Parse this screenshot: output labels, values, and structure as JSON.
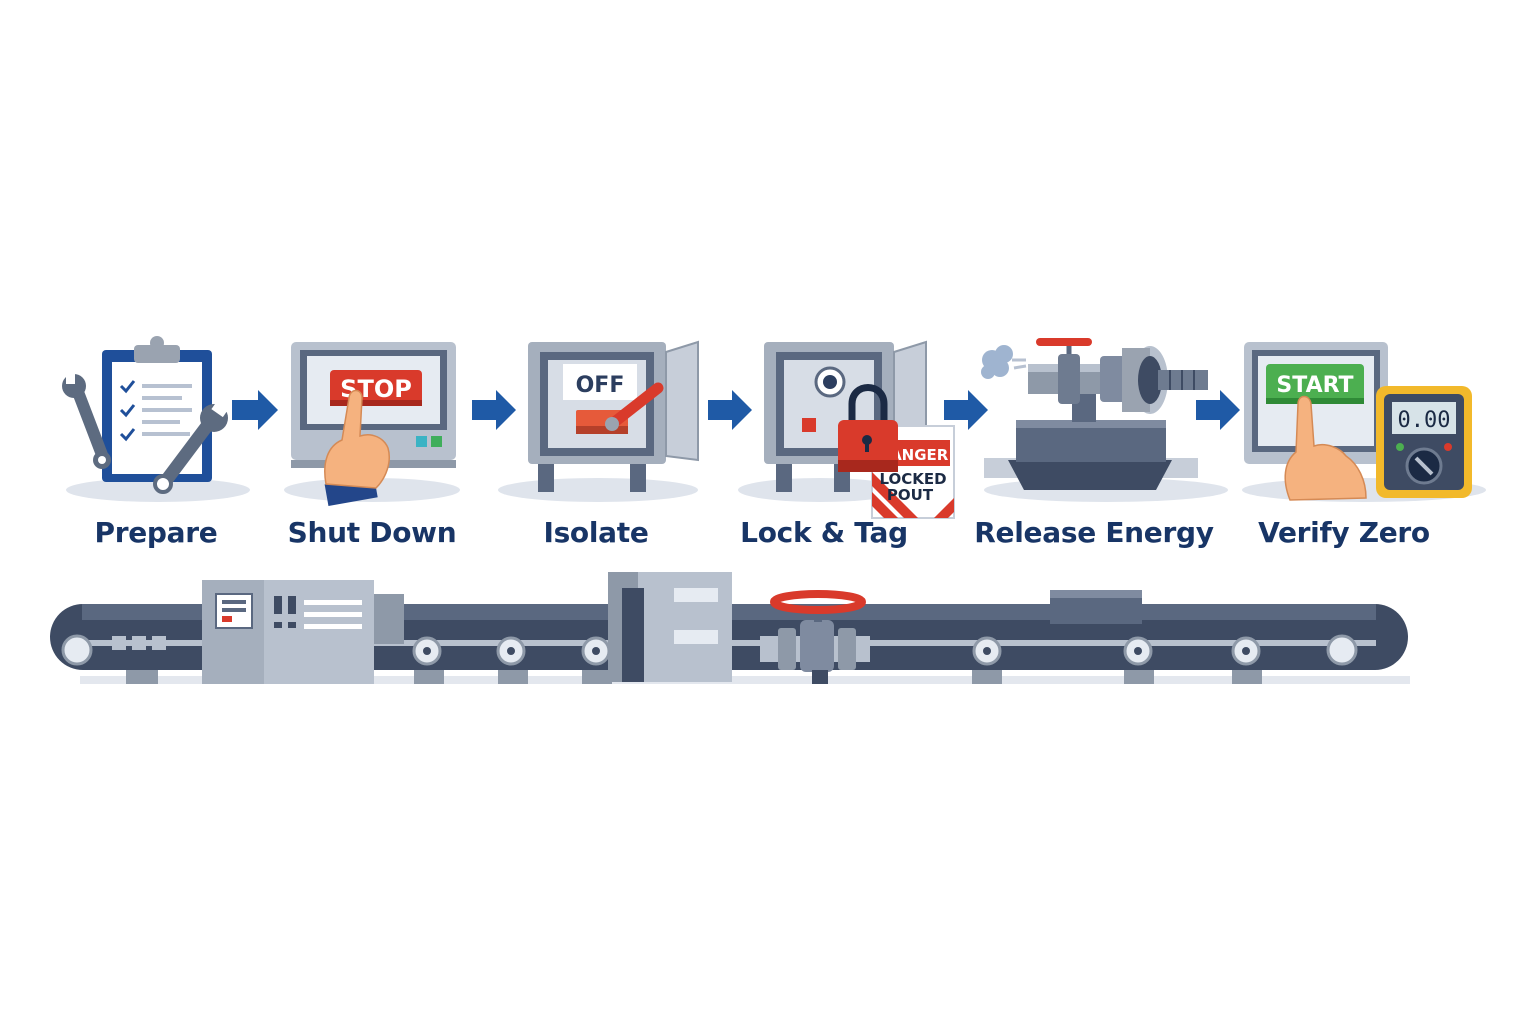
{
  "steps": [
    {
      "label": "Prepare",
      "icon": "checklist-clipboard-icon"
    },
    {
      "label": "Shut Down",
      "icon": "stop-button-panel-icon"
    },
    {
      "label": "Isolate",
      "icon": "disconnect-switch-icon"
    },
    {
      "label": "Lock & Tag",
      "icon": "padlock-tag-icon"
    },
    {
      "label": "Release Energy",
      "icon": "pressure-release-valve-icon"
    },
    {
      "label": "Verify Zero",
      "icon": "start-button-multimeter-icon"
    }
  ],
  "panels": {
    "stop_button": "STOP",
    "switch_state": "OFF",
    "tag_header": "DANGER",
    "tag_line1": "LOCKED",
    "tag_line2": "POUT",
    "start_button": "START",
    "meter_reading": "0.00"
  },
  "colors": {
    "navy": "#183566",
    "arrow": "#1f5aa6",
    "danger_red": "#d93a2b",
    "start_green": "#4caf50",
    "meter_yellow": "#f2b92b"
  }
}
